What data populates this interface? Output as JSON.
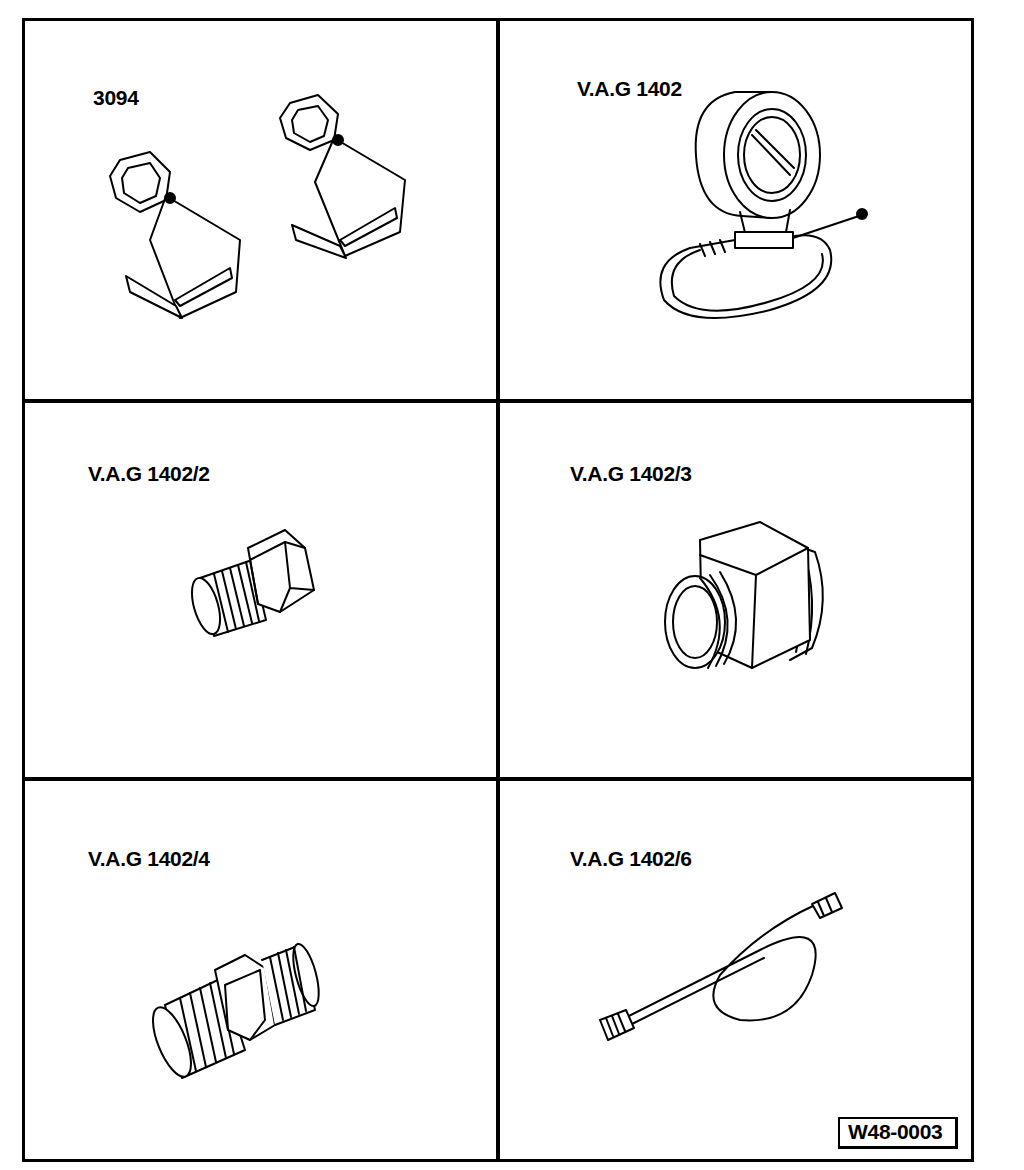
{
  "diagram": {
    "nodes": [
      {
        "text": [
          "3094"
        ]
      },
      {
        "text": [
          "V.A.G 1402"
        ]
      },
      {
        "text": [
          "V.A.G 1402/2"
        ]
      },
      {
        "text": [
          "V.A.G 1402/3"
        ]
      },
      {
        "text": [
          "V.A.G 1402/4"
        ]
      },
      {
        "text": [
          "V.A.G 1402/6"
        ]
      },
      {
        "text": [
          "W48-0003"
        ],
        "in": 5
      }
    ]
  }
}
